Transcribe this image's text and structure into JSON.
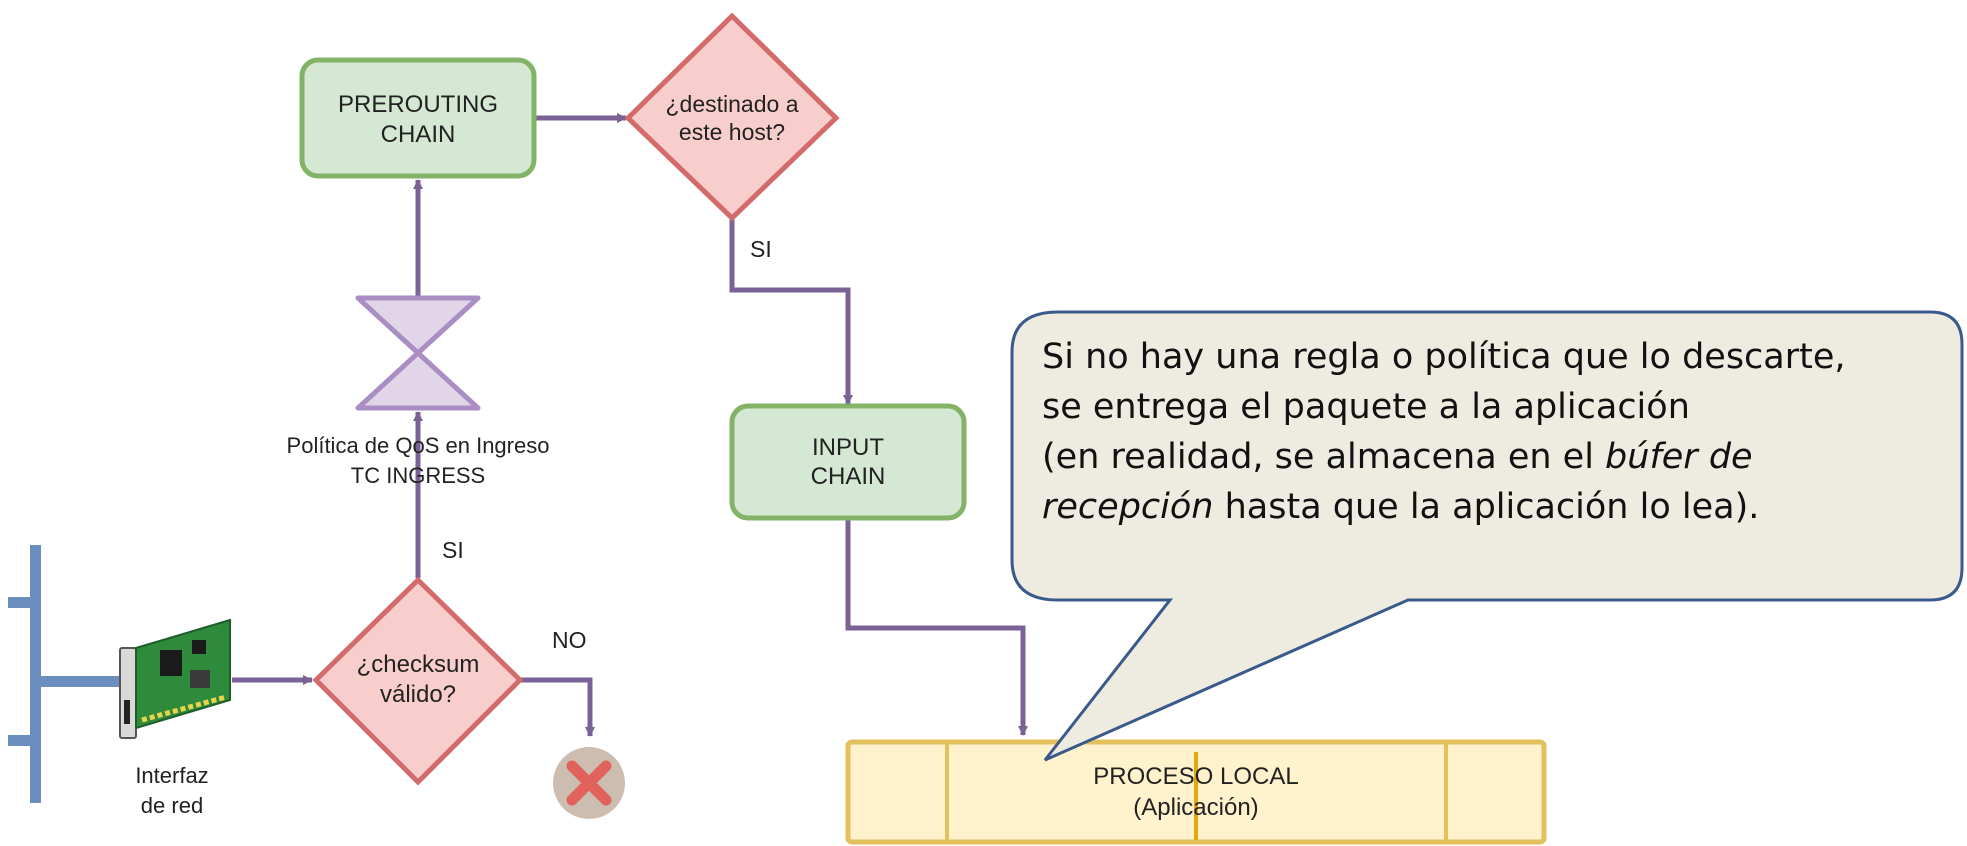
{
  "colors": {
    "flow": "#7a6296",
    "chain_fill": "#d5e8d4",
    "chain_stroke": "#82b366",
    "decision_fill": "#f8cecc",
    "decision_stroke": "#d36b6b",
    "qos_fill": "#e1d5e7",
    "qos_stroke": "#a98ec4",
    "process_fill": "#fff2cc",
    "process_stroke": "#e3c15e",
    "network_bar": "#6c8ebf",
    "callout_fill": "#eeebe1",
    "callout_stroke": "#3a5a8c"
  },
  "nodes": {
    "prerouting": {
      "line1": "PREROUTING",
      "line2": "CHAIN"
    },
    "destinado": {
      "line1": "¿destinado a",
      "line2": "este host?"
    },
    "input": {
      "line1": "INPUT",
      "line2": "CHAIN"
    },
    "qos": {
      "line1": "Política de QoS en Ingreso",
      "line2": "TC INGRESS"
    },
    "checksum": {
      "line1": "¿checksum",
      "line2": "válido?"
    },
    "nic": {
      "line1": "Interfaz",
      "line2": "de red"
    },
    "process": {
      "line1": "PROCESO LOCAL",
      "line2": "(Aplicación)"
    }
  },
  "edge_labels": {
    "si_destinado": "SI",
    "si_checksum": "SI",
    "no_checksum": "NO"
  },
  "callout": {
    "line1": "Si no hay una regla o política que lo descarte,",
    "line2": "se entrega el paquete a la aplicación",
    "line3_a": "(en realidad, se almacena en el ",
    "line3_b": "búfer de",
    "line4_a": "recepción",
    "line4_b": " hasta que la aplicación lo lea)."
  },
  "icons": {
    "drop": "x-circle-icon",
    "nic": "network-card-icon"
  }
}
